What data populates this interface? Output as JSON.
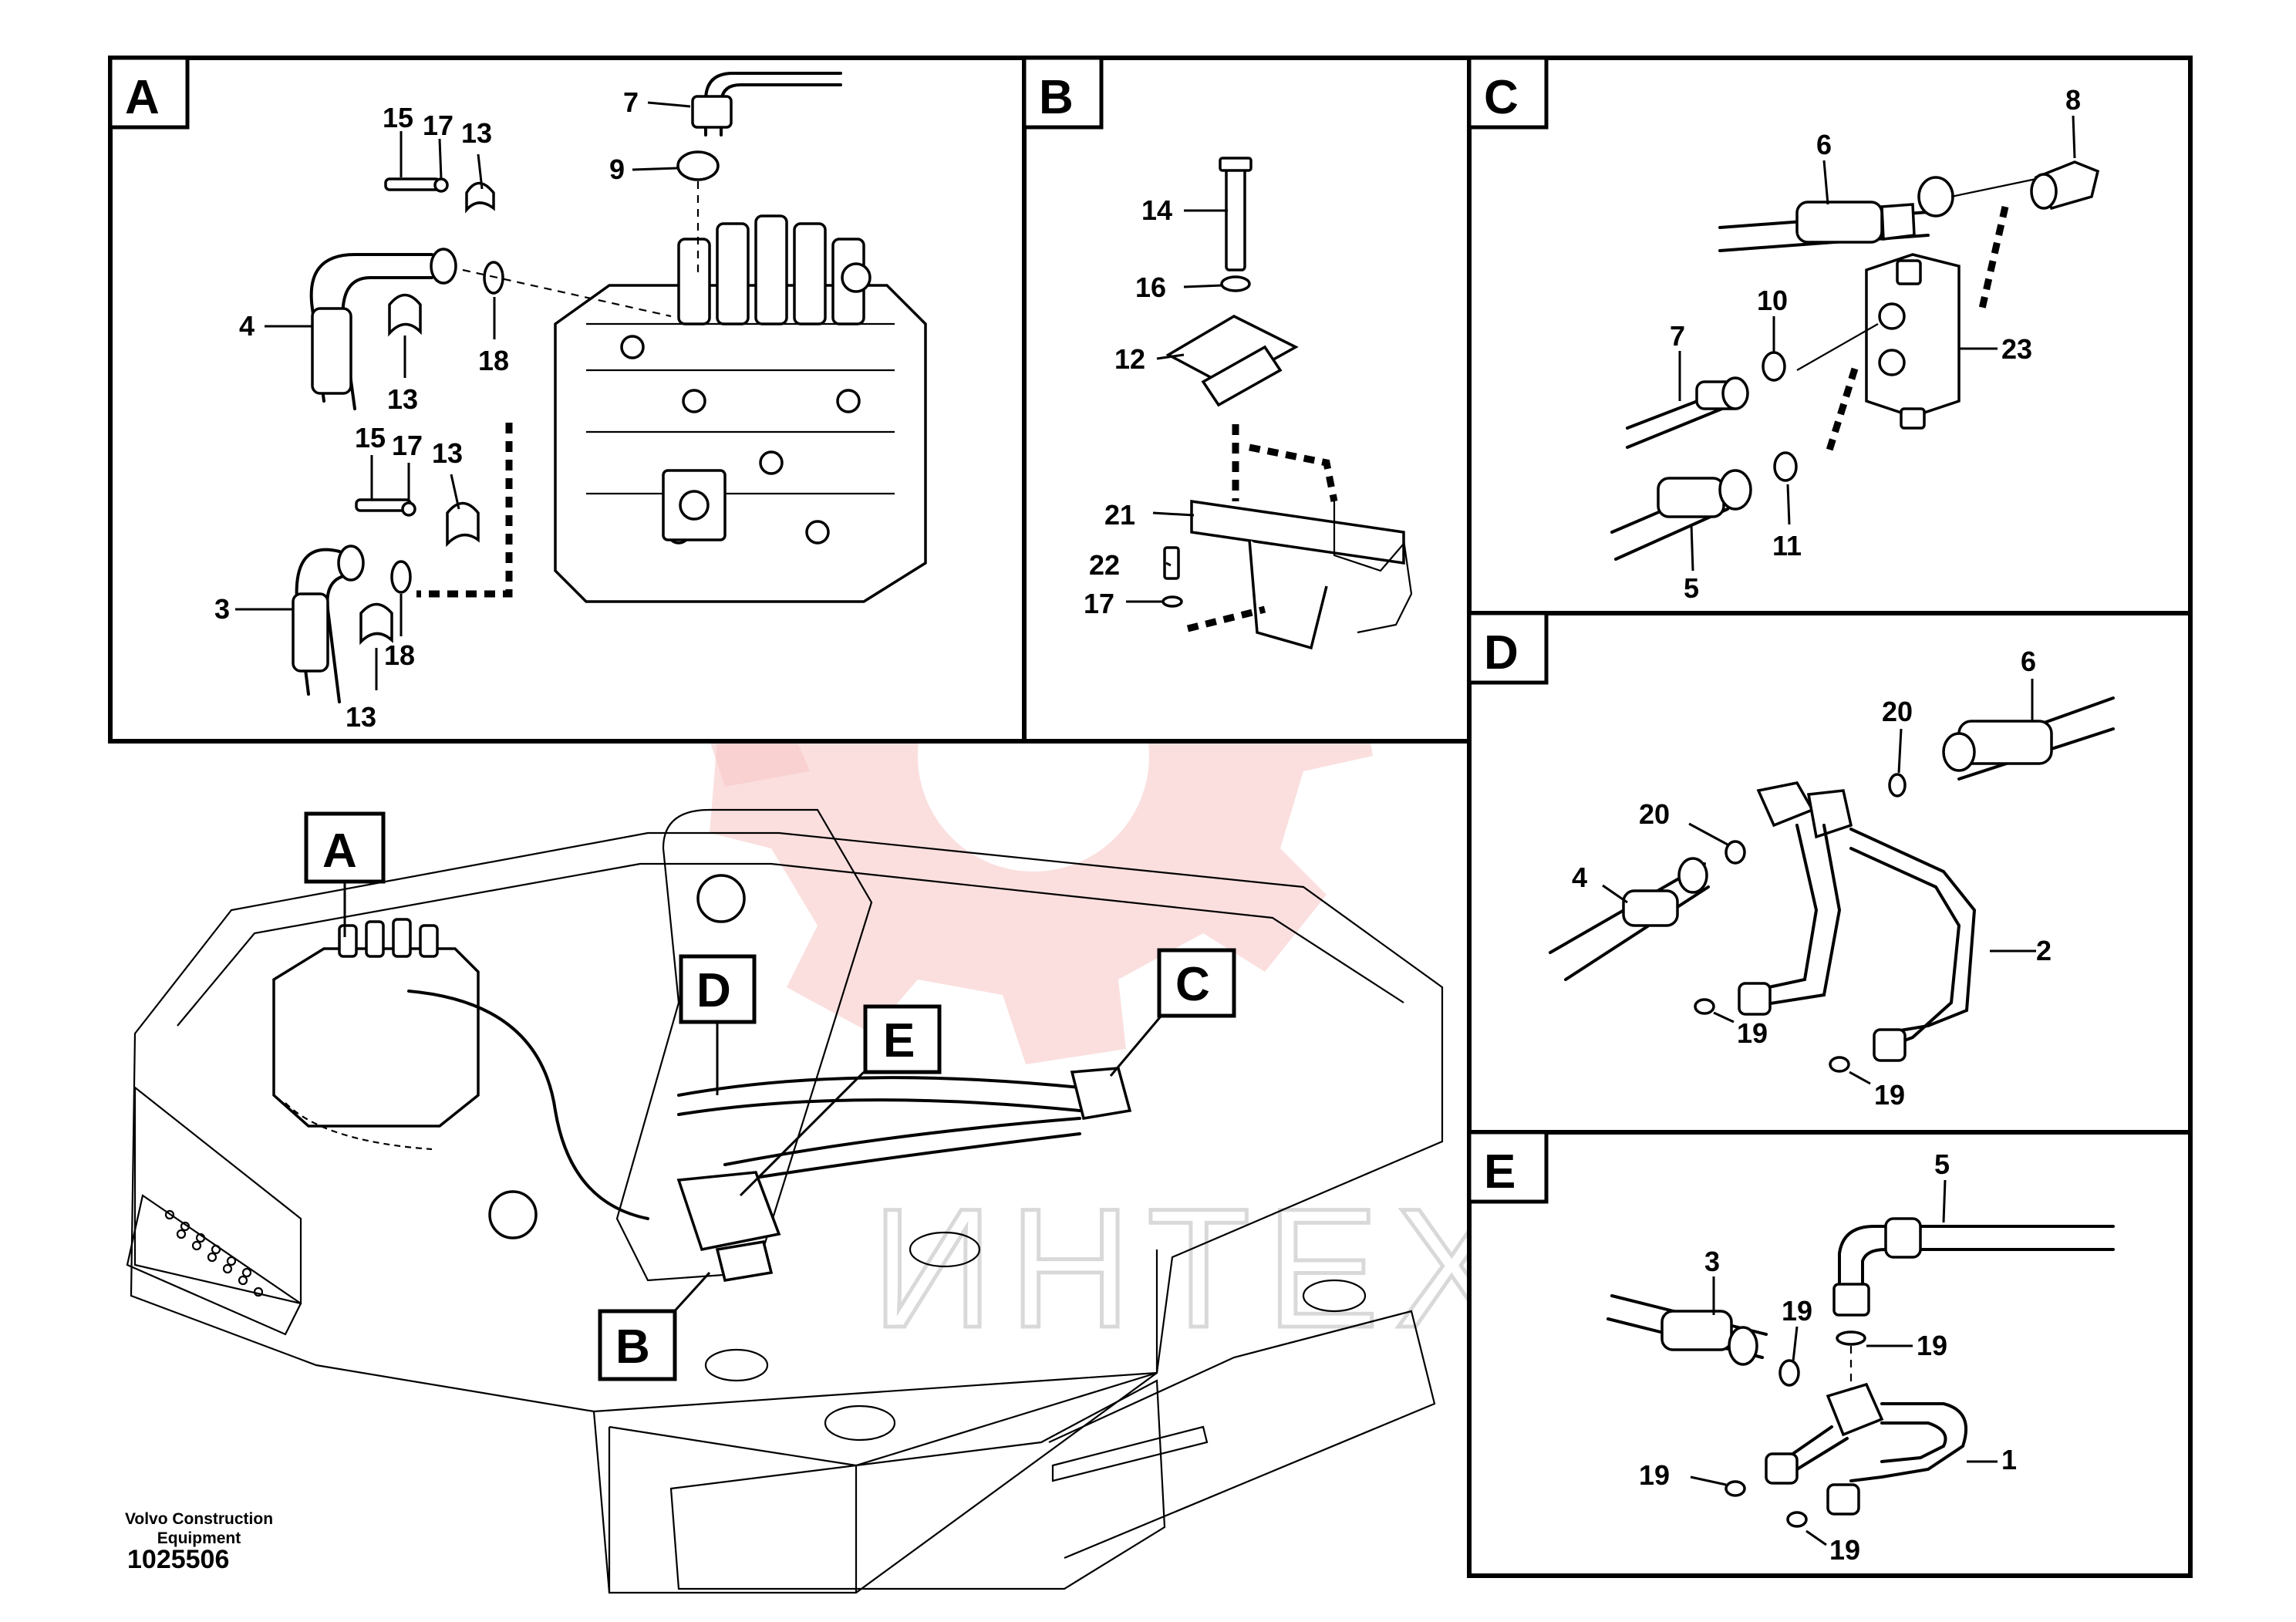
{
  "panels": {
    "A": {
      "letter": "A",
      "callouts": [
        {
          "label": "7"
        },
        {
          "label": "9"
        },
        {
          "label": "15"
        },
        {
          "label": "17"
        },
        {
          "label": "13"
        },
        {
          "label": "4"
        },
        {
          "label": "18"
        },
        {
          "label": "13"
        },
        {
          "label": "15"
        },
        {
          "label": "17"
        },
        {
          "label": "13"
        },
        {
          "label": "3"
        },
        {
          "label": "18"
        },
        {
          "label": "13"
        }
      ]
    },
    "B": {
      "letter": "B",
      "callouts": [
        {
          "label": "14"
        },
        {
          "label": "16"
        },
        {
          "label": "12"
        },
        {
          "label": "21"
        },
        {
          "label": "22"
        },
        {
          "label": "17"
        }
      ]
    },
    "C": {
      "letter": "C",
      "callouts": [
        {
          "label": "6"
        },
        {
          "label": "8"
        },
        {
          "label": "10"
        },
        {
          "label": "7"
        },
        {
          "label": "23"
        },
        {
          "label": "11"
        },
        {
          "label": "5"
        }
      ]
    },
    "D": {
      "letter": "D",
      "callouts": [
        {
          "label": "6"
        },
        {
          "label": "20"
        },
        {
          "label": "20"
        },
        {
          "label": "4"
        },
        {
          "label": "2"
        },
        {
          "label": "19"
        },
        {
          "label": "19"
        }
      ]
    },
    "E": {
      "letter": "E",
      "callouts": [
        {
          "label": "5"
        },
        {
          "label": "3"
        },
        {
          "label": "19"
        },
        {
          "label": "19"
        },
        {
          "label": "1"
        },
        {
          "label": "19"
        },
        {
          "label": "19"
        }
      ]
    }
  },
  "overview_tags": {
    "A": "A",
    "B": "B",
    "C": "C",
    "D": "D",
    "E": "E"
  },
  "watermark": {
    "text": "ИНТЕХ",
    "color": "#f7c4c4"
  },
  "footer": {
    "company": "Volvo Construction Equipment",
    "drawing_number": "1025506"
  }
}
